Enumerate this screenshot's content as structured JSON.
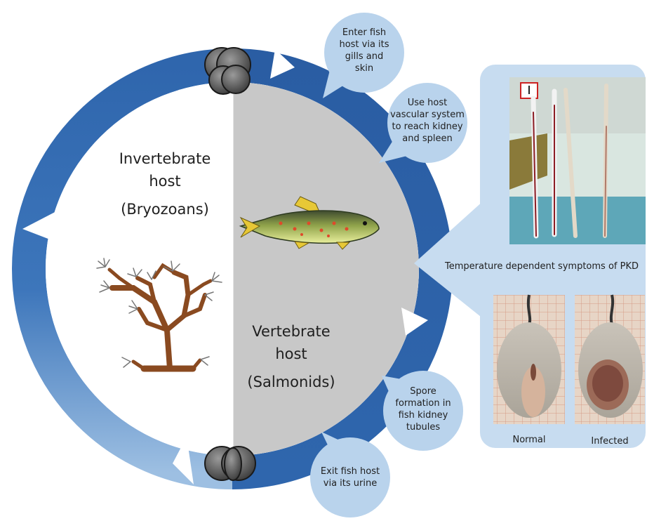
{
  "invertebrate": {
    "line1": "Invertebrate",
    "line2": "host",
    "line3": "(Bryozoans)"
  },
  "vertebrate": {
    "line1": "Vertebrate",
    "line2": "host",
    "line3": "(Salmonids)"
  },
  "steps": {
    "enter": [
      "Enter fish",
      "host via its",
      "gills and",
      "skin"
    ],
    "vascular": [
      "Use host",
      "vascular system",
      "to reach kidney",
      "and spleen"
    ],
    "spore": [
      "Spore",
      "formation in",
      "fish kidney",
      "tubules"
    ],
    "exit": [
      "Exit fish host",
      "via its urine"
    ]
  },
  "panel": {
    "caption": "Temperature dependent symptoms of PKD",
    "normal_label": "Normal",
    "infected_label": "Infected"
  },
  "colors": {
    "ring_dark": "#2c62a8",
    "ring_light": "#8db4dc",
    "bubble": "#b9d3ec",
    "panel": "#c7dcf0",
    "vertebrate_half": "#c8c8c8"
  }
}
